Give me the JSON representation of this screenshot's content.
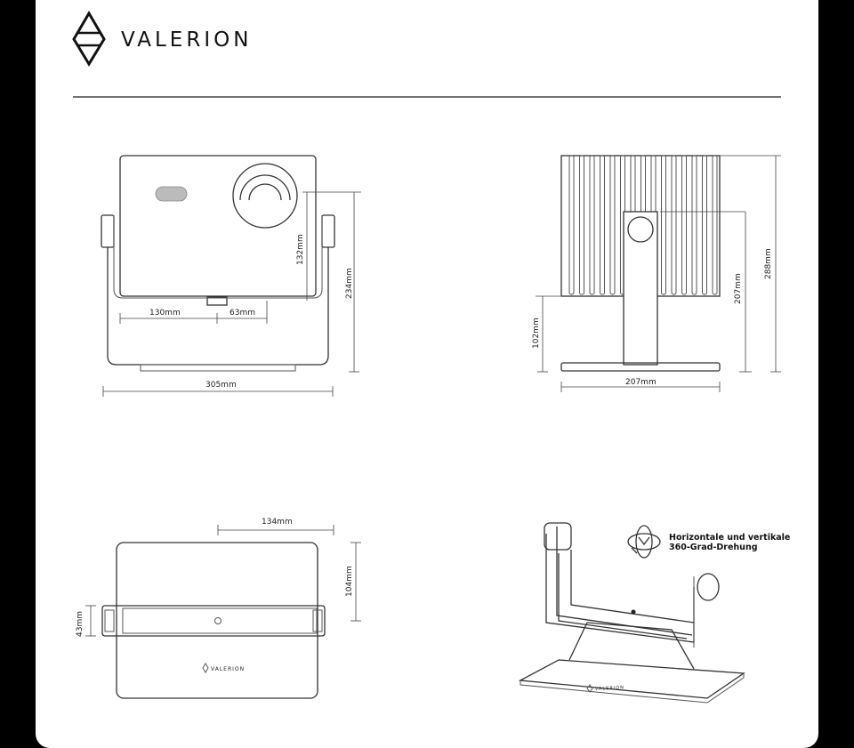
{
  "brand": {
    "name": "VALERION",
    "logo_icon": "diamond-icon"
  },
  "front_view": {
    "dim_width": "305mm",
    "dim_height": "234mm",
    "dim_lens_height": "132mm",
    "dim_left": "130mm",
    "dim_right": "63mm"
  },
  "side_view": {
    "dim_depth": "207mm",
    "dim_base_height": "102mm",
    "dim_arm_height": "207mm",
    "dim_total_height": "288mm"
  },
  "top_view": {
    "dim_top": "134mm",
    "dim_right": "104mm",
    "dim_left": "43mm",
    "small_logo": "VALERION"
  },
  "stand_view": {
    "rotation_note_line1": "Horizontale und vertikale",
    "rotation_note_line2": "360-Grad-Drehung",
    "base_logo": "VALERION",
    "rotation_icon": "rotate-360-icon"
  }
}
